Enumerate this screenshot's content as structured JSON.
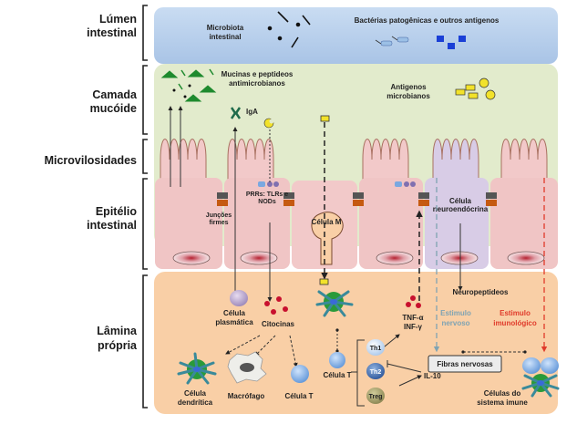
{
  "title": "Intestinal barrier and immune system diagram",
  "layers": [
    {
      "id": "lumen",
      "label_line1": "Lúmen",
      "label_line2": "intestinal",
      "color": "#b9d3ee"
    },
    {
      "id": "mucus",
      "label_line1": "Camada",
      "label_line2": "mucóide",
      "color": "#e2ebcc"
    },
    {
      "id": "villi",
      "label_line1": "Microvilosidades",
      "label_line2": "",
      "color": "#e2ebcc"
    },
    {
      "id": "epithelium",
      "label_line1": "Epitélio",
      "label_line2": "intestinal",
      "color": "#f2c9c9"
    },
    {
      "id": "lamina",
      "label_line1": "Lâmina",
      "label_line2": "própria",
      "color": "#f9cfa6"
    }
  ],
  "lumen": {
    "microbiota_line1": "Microbiota",
    "microbiota_line2": "intestinal",
    "pathogens": "Bactérias patogênicas e outros antigenos"
  },
  "mucus": {
    "mucins_line1": "Mucinas e peptideos",
    "mucins_line2": "antimicrobianos",
    "iga": "IgA",
    "antigens_line1": "Antigenos",
    "antigens_line2": "microbianos"
  },
  "epithelium": {
    "prr_line1": "PRRs: TLRs e",
    "prr_line2": "NODs",
    "junctions_line1": "Junções",
    "junctions_line2": "firmes",
    "m_cell": "Célula M",
    "neuro_line1": "Célula",
    "neuro_line2": "neuroendócrina"
  },
  "lamina": {
    "plasma_line1": "Célula",
    "plasma_line2": "plasmática",
    "cytokines": "Citocinas",
    "dendritic_line1": "Célula",
    "dendritic_line2": "dendrítica",
    "macrophage": "Macrófago",
    "t_cell_1": "Célula T",
    "t_cell_2": "Célula T",
    "th1": "Th1",
    "th2": "Th2",
    "treg": "Treg",
    "tnf": "TNF-α",
    "inf": "INF-γ",
    "il10": "IL-10",
    "neuropeptides": "Neuropeptideos",
    "nerve_stim_line1": "Estimulo",
    "nerve_stim_line2": "nervoso",
    "immune_stim_line1": "Estimulo",
    "immune_stim_line2": "imunológico",
    "nerve_fibers": "Fibras nervosas",
    "immune_cells_line1": "Células do",
    "immune_cells_line2": "sistema imune"
  },
  "colors": {
    "nerve_stimulus": "#7fa3b3",
    "immune_stimulus": "#e03a2a",
    "mucin_green": "#1e8a2e",
    "antigen_yellow": "#f2e22a",
    "pathogen_blue": "#1a3fd6",
    "cytokine_red": "#c8102e"
  }
}
